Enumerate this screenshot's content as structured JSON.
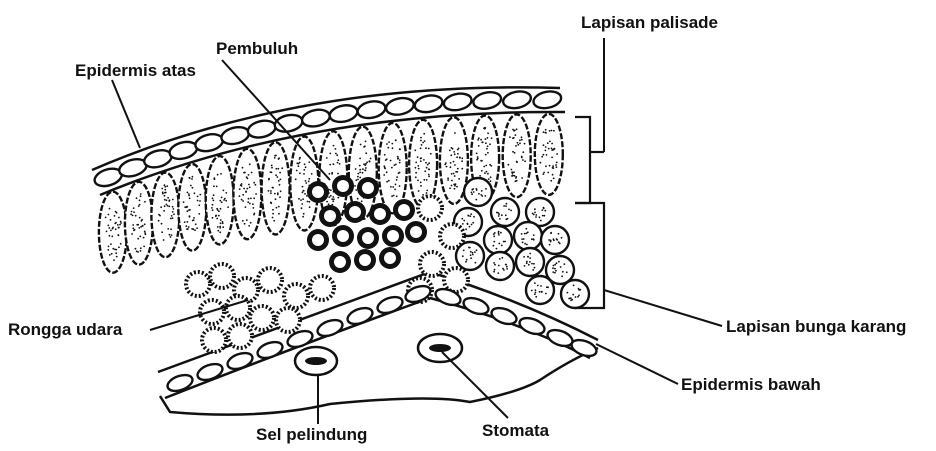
{
  "labels": {
    "lapisan_palisade": "Lapisan palisade",
    "pembuluh": "Pembuluh",
    "epidermis_atas": "Epidermis atas",
    "rongga_udara": "Rongga udara",
    "lapisan_bunga_karang": "Lapisan bunga karang",
    "epidermis_bawah": "Epidermis bawah",
    "sel_pelindung": "Sel pelindung",
    "stomata": "Stomata"
  },
  "colors": {
    "ink": "#111111",
    "paper": "#ffffff"
  }
}
